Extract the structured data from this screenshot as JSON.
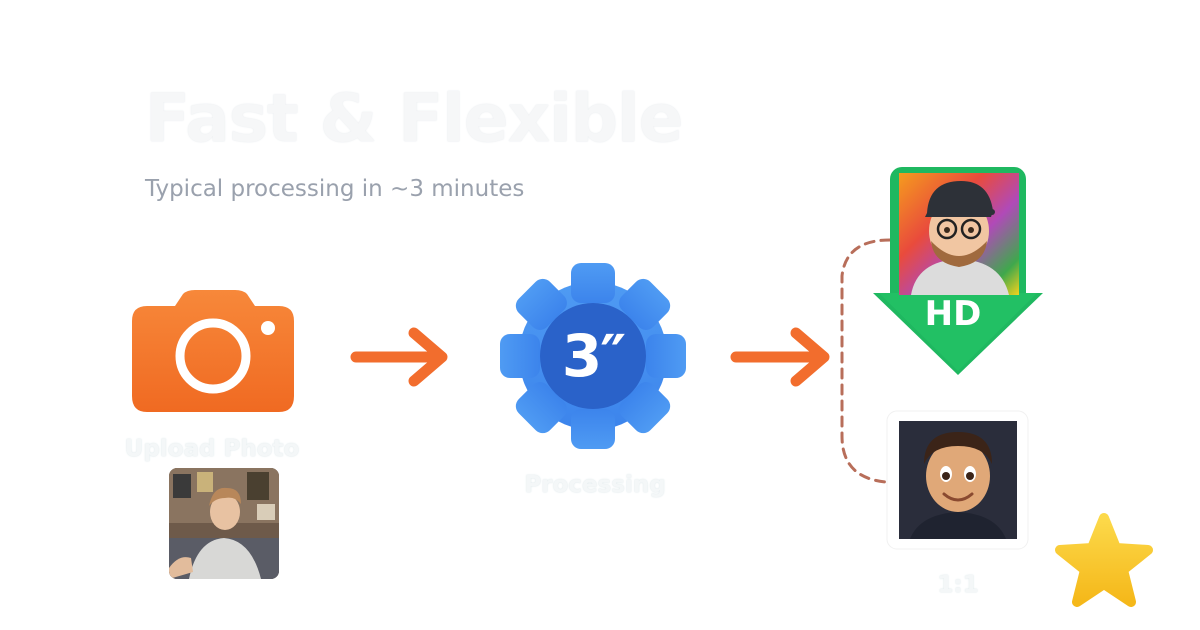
{
  "header": {
    "title": "Fast & Flexible",
    "subtitle": "Typical processing in ~3 minutes"
  },
  "steps": {
    "upload": {
      "label": "Upload Photo",
      "icon": "camera-icon"
    },
    "processing": {
      "label": "Processing",
      "badge_text": "3″",
      "icon": "gear-icon"
    },
    "output": {
      "hd_badge": "HD",
      "ratio_label": "1:1"
    }
  },
  "colors": {
    "camera_orange": "#f47a2c",
    "arrow_orange": "#f26d2d",
    "gear_blue": "#3f8ef0",
    "gear_inner": "#2a62c9",
    "hd_green": "#1fb860",
    "star_yellow": "#f9c623",
    "dashed_line": "#b86e5a"
  }
}
